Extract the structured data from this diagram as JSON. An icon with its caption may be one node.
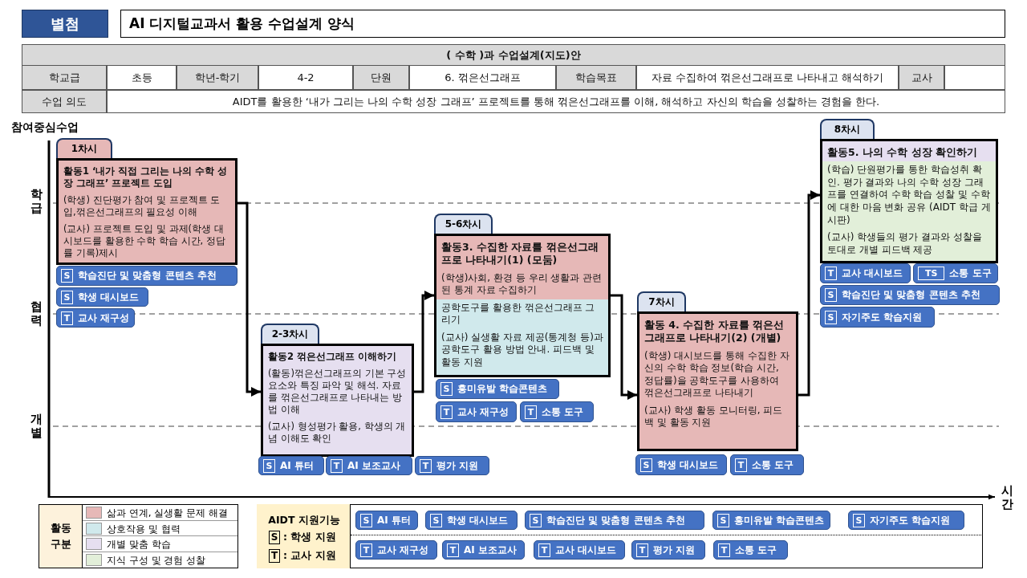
{
  "diagram": {
    "title": "AI 디지털교과서 활용 수업설계 양식",
    "nodes": [
      {
        "text": [
          "1차시",
          "활동1 ‘내가 직접 그리는 나의 수학 성장 그래프’ 프로젝트 도입",
          "(학생) 진단평가 참여 및 프로젝트 도입,꺾은선그래프의 필요성 이해",
          "(교사) 프로젝트 도입 및 과제(학생 대시보드를 활용한 수학 학습 시간, 정답률 기록)제시"
        ]
      },
      {
        "text": [
          "S",
          "학습진단 및 맞춤형 콘텐츠 추천"
        ]
      },
      {
        "text": [
          "S",
          "학생 대시보드"
        ]
      },
      {
        "text": [
          "T",
          "교사 재구성"
        ]
      },
      {
        "text": [
          "2-3차시",
          "활동2 꺾은선그래프 이해하기",
          "(활동)꺾은선그래프의 기본 구성 요소와 특징 파악 및 해석. 자료를 꺾은선그래프로 나타내는 방법 이해",
          "(교사) 형성평가 활용, 학생의 개념 이해도 확인"
        ]
      },
      {
        "text": [
          "S",
          "AI 튜터"
        ]
      },
      {
        "text": [
          "T",
          "AI 보조교사"
        ]
      },
      {
        "text": [
          "T",
          "평가 지원"
        ]
      },
      {
        "text": [
          "5-6차시",
          "활동3. 수집한 자료를 꺾은선그래프로 나타내기(1) (모둠)",
          "(학생)사회, 환경 등 우리 생활과 관련된 통계 자료 수집하기",
          "공학도구를 활용한 꺾은선그래프 그리기",
          "(교사) 실생활 자료 제공(통계청 등)과 공학도구 활용 방법 안내. 피드백 및 활동 지원"
        ]
      },
      {
        "text": [
          "S",
          "흥미유발 학습콘텐츠"
        ]
      },
      {
        "text": [
          "T",
          "교사 재구성"
        ]
      },
      {
        "text": [
          "T",
          "소통 도구"
        ]
      },
      {
        "text": [
          "7차시",
          "활동 4. 수집한 자료를 꺾은선 그래프로 나타내기(2) (개별)",
          "(학생) 대시보드를 통해 수집한 자신의 수학 학습 정보(학습 시간, 정답률)을 공학도구를 사용하여 꺾은선그래프로 나타내기",
          "(교사) 학생 활동 모니터링, 피드백 및 활동 지원"
        ]
      },
      {
        "text": [
          "S",
          "학생 대시보드"
        ]
      },
      {
        "text": [
          "T",
          "소통 도구"
        ]
      },
      {
        "text": [
          "8차시",
          "활동5. 나의 수학 성장 확인하기",
          "(학습) 단원평가를 통한 학습성취 확인. 평가 결과와 나의 수학 성장 그래프를 연결하여 수학 학습 성찰 및 수학에 대한 마음 변화 공유 (AIDT 학급 게시판)",
          "(교사) 학생들의 평가 결과와 성찰을 토대로 개별 피드백 제공"
        ]
      },
      {
        "text": [
          "T",
          "교사 대시보드"
        ]
      },
      {
        "text": [
          "TS",
          "소통 도구"
        ]
      },
      {
        "text": [
          "S",
          "학습진단 및 맞춤형 콘텐츠 추천"
        ]
      },
      {
        "text": [
          "S",
          "자기주도 학습지원"
        ]
      },
      {
        "text": [
          "S",
          "AI 튜터"
        ]
      },
      {
        "text": [
          "S",
          "학생 대시보드"
        ]
      },
      {
        "text": [
          "S",
          "학습진단 및 맞춤형 콘텐츠 추천"
        ]
      },
      {
        "text": [
          "S",
          "흥미유발 학습콘텐츠"
        ]
      },
      {
        "text": [
          "S",
          "자기주도 학습지원"
        ]
      },
      {
        "text": [
          "T",
          "교사 재구성"
        ]
      },
      {
        "text": [
          "T",
          "AI 보조교사"
        ]
      },
      {
        "text": [
          "T",
          "교사 대시보드"
        ]
      },
      {
        "text": [
          "T",
          "평가 지원"
        ]
      },
      {
        "text": [
          "T",
          "소통 도구"
        ]
      }
    ],
    "edges": [
      {
        "from": 0,
        "to": 4,
        "arrow": "to"
      },
      {
        "from": 4,
        "to": 8,
        "arrow": "to"
      },
      {
        "from": 8,
        "to": 12,
        "arrow": "to"
      },
      {
        "from": 12,
        "to": 15,
        "arrow": "to"
      }
    ],
    "labels": [
      "별첨",
      "( 수학 )과 수업설계(지도)안",
      "학교급",
      "초등",
      "학년-학기",
      "4-2",
      "단원",
      "6. 꺾은선그래프",
      "학습목표",
      "자료 수집하여 꺾은선그래프로 나타내고 해석하기",
      "교사",
      "수업 의도",
      "AIDT를 활용한 ‘내가 그리는 나의 수학 성장 그래프’  프로젝트를 통해 꺾은선그래프를 이해, 해석하고 자신의 학습을 성찰하는 경험을 한다.",
      "참여중심수업",
      "학급",
      "협력",
      "개별",
      "시간",
      "활동 구분",
      "AIDT 지원기능",
      "S",
      ": 학생 지원",
      "T",
      ": 교사 지원"
    ],
    "legend": [
      {
        "text": "삶과 연계, 실생활 문제 해결",
        "color": "#e6b8b7"
      },
      {
        "text": "상호작용 및 협력",
        "color": "#d0e9ec"
      },
      {
        "text": "개별 맞춤 학습",
        "color": "#e6dff0"
      },
      {
        "text": "지식 구성 및 경험 성찰",
        "color": "#e2efd9"
      }
    ]
  }
}
